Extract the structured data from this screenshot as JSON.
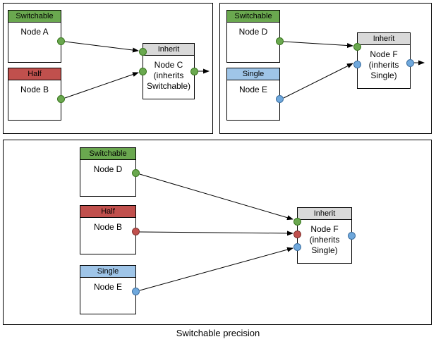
{
  "caption": "Switchable precision",
  "colors": {
    "switchable_green": "#6aa84f",
    "half_red": "#c0504d",
    "single_blue_header": "#9fc5e8",
    "single_blue_port": "#6fa8dc",
    "inherit_gray": "#d9d9d9",
    "node_border": "#000000",
    "arrow": "#000000"
  },
  "panels": {
    "top_left": {
      "node_a": {
        "type": "Switchable",
        "label": "Node A",
        "out_port": "switchable"
      },
      "node_b": {
        "type": "Half",
        "label": "Node B",
        "out_port": "switchable"
      },
      "node_c": {
        "type": "Inherit",
        "label": "Node C (inherits Switchable)",
        "in_ports": [
          "switchable",
          "switchable"
        ],
        "out_port": "switchable"
      }
    },
    "top_right": {
      "node_d": {
        "type": "Switchable",
        "label": "Node D",
        "out_port": "switchable"
      },
      "node_e": {
        "type": "Single",
        "label": "Node E",
        "out_port": "single"
      },
      "node_f": {
        "type": "Inherit",
        "label": "Node F (inherits Single)",
        "in_ports": [
          "switchable",
          "single"
        ],
        "out_port": "single"
      }
    },
    "bottom": {
      "node_d": {
        "type": "Switchable",
        "label": "Node D",
        "out_port": "switchable"
      },
      "node_b": {
        "type": "Half",
        "label": "Node B",
        "out_port": "half"
      },
      "node_e": {
        "type": "Single",
        "label": "Node E",
        "out_port": "single"
      },
      "node_f": {
        "type": "Inherit",
        "label": "Node F (inherits Single)",
        "in_ports": [
          "switchable",
          "half",
          "single"
        ],
        "out_port": "single"
      }
    }
  }
}
